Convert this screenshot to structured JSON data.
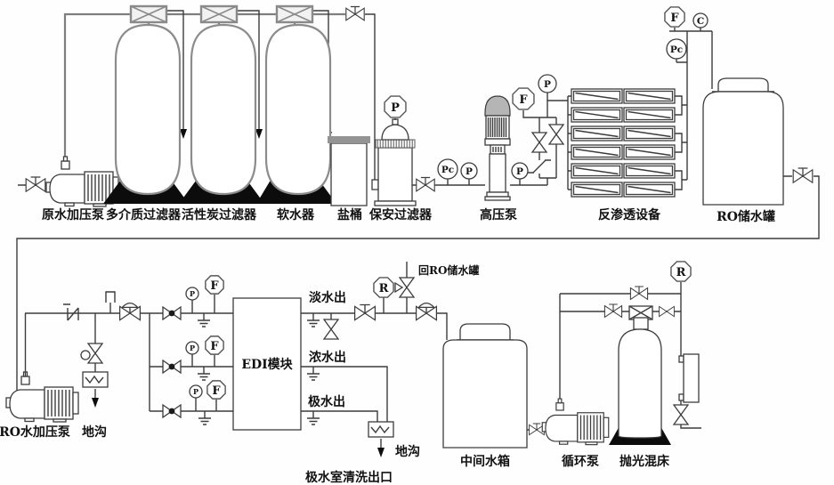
{
  "labels": {
    "raw_pump": "原水加压泵",
    "media_filter": "多介质过滤器",
    "carbon_filter": "活性炭过滤器",
    "softener": "软水器",
    "salt_barrel": "盐桶",
    "security_filter": "保安过滤器",
    "hp_pump": "高压泵",
    "ro_unit": "反渗透设备",
    "ro_tank": "RO储水罐",
    "ro_feed_pump": "RO水加压泵",
    "drain_left": "地沟",
    "edi": "EDI模块",
    "fresh_out": "淡水出",
    "conc_out": "浓水出",
    "polar_out": "极水出",
    "return_ro_tank": "回RO储水罐",
    "drain_mid": "地沟",
    "polar_rinse_outlet": "极水室清洗出口",
    "mid_tank": "中间水箱",
    "circ_pump": "循环泵",
    "mixed_bed": "抛光混床"
  },
  "gauges": {
    "security_p": "P",
    "prefilter_pc": "Pc",
    "prefilter_p": "P",
    "postpump_p": "P",
    "hp_flow": "F",
    "ro_feed_p": "P",
    "product_flow": "F",
    "product_cond": "C",
    "product_pc": "Pc",
    "edi1_p": "P",
    "edi1_f": "F",
    "edi2_p": "P",
    "edi2_f": "F",
    "edi3_p": "P",
    "edi3_f": "F",
    "fresh_r": "R",
    "polish_r": "R"
  },
  "colors": {
    "ink": "#3c3c3c",
    "gray": "#8c8c8c",
    "black": "#0c0c0c"
  }
}
